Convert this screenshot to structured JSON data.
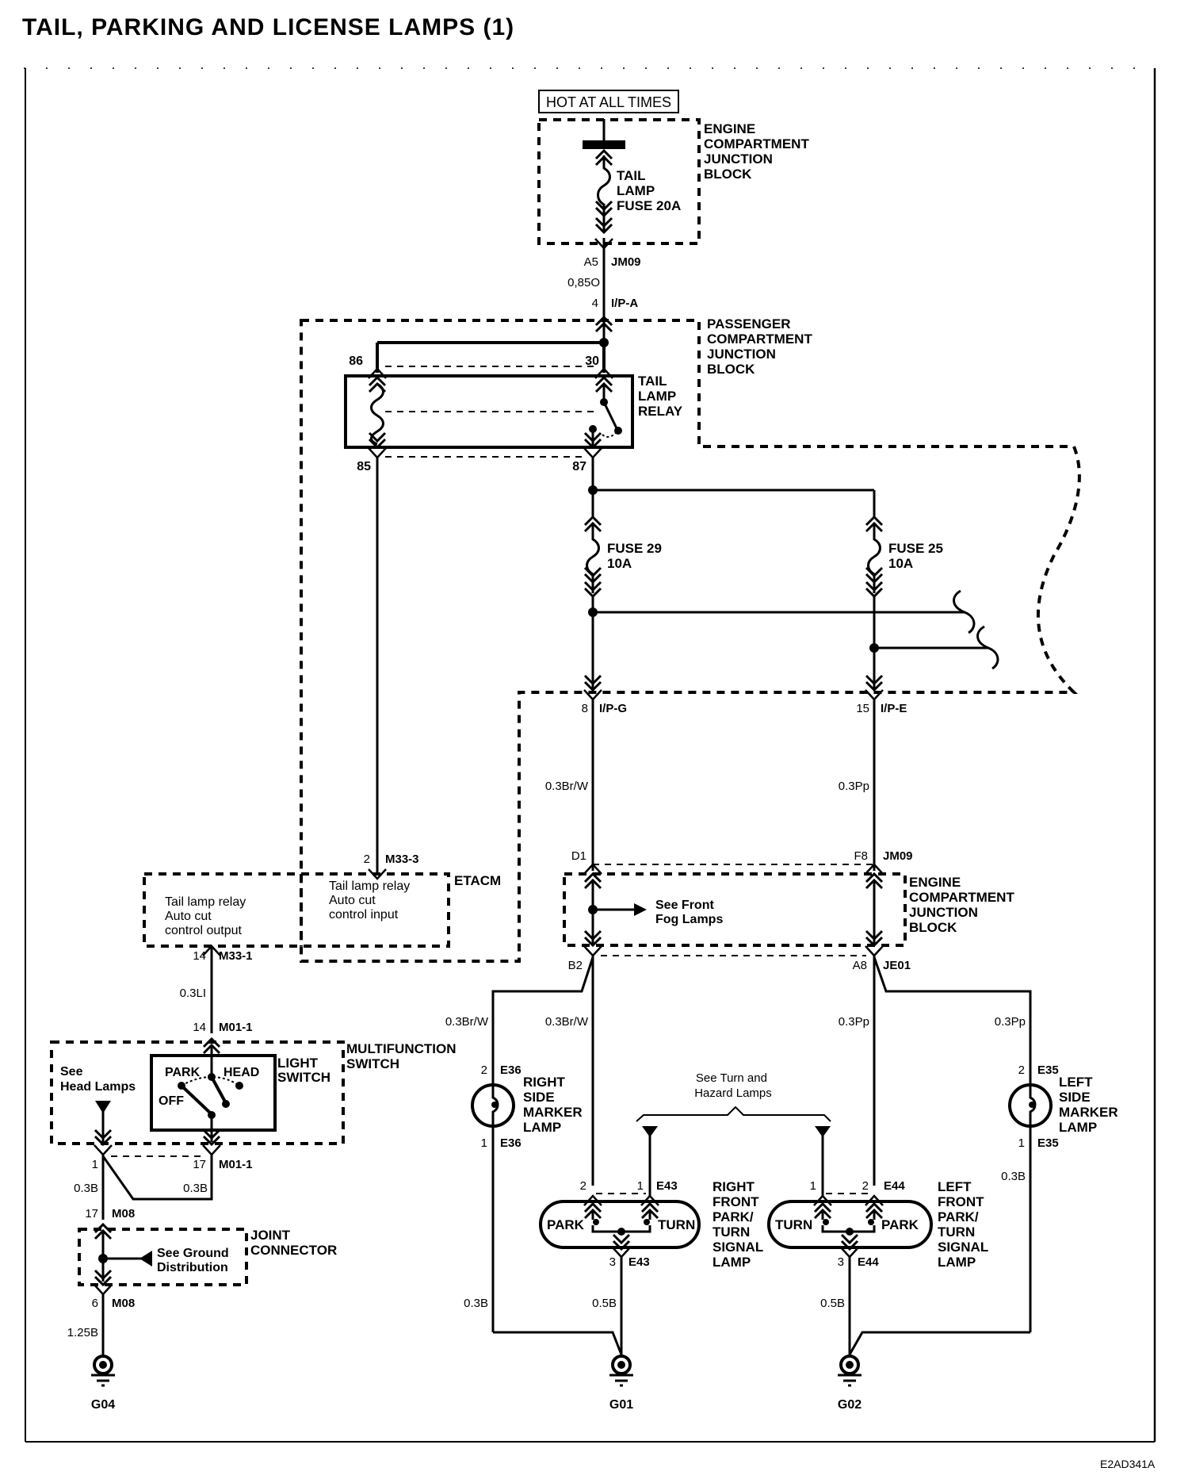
{
  "title": "TAIL, PARKING AND LICENSE LAMPS (1)",
  "reference_code": "E2AD341A",
  "power_source": {
    "label": "HOT AT ALL TIMES"
  },
  "components": {
    "engine_junction_top": {
      "label_lines": [
        "ENGINE",
        "COMPARTMENT",
        "JUNCTION",
        "BLOCK"
      ]
    },
    "tail_lamp_fuse": {
      "label_lines": [
        "TAIL",
        "LAMP",
        "FUSE 20A"
      ]
    },
    "passenger_junction": {
      "label_lines": [
        "PASSENGER",
        "COMPARTMENT",
        "JUNCTION",
        "BLOCK"
      ]
    },
    "tail_lamp_relay": {
      "label_lines": [
        "TAIL",
        "LAMP",
        "RELAY"
      ],
      "pins": [
        "86",
        "30",
        "85",
        "87"
      ]
    },
    "fuse_29": {
      "label_lines": [
        "FUSE 29",
        "10A"
      ]
    },
    "fuse_25": {
      "label_lines": [
        "FUSE 25",
        "10A"
      ]
    },
    "etacm": {
      "label": "ETACM",
      "input_lines": [
        "Tail lamp relay",
        "Auto cut",
        "control input"
      ],
      "output_lines": [
        "Tail lamp relay",
        "Auto cut",
        "control output"
      ]
    },
    "engine_junction_bottom": {
      "label_lines": [
        "ENGINE",
        "COMPARTMENT",
        "JUNCTION",
        "BLOCK"
      ],
      "note_lines": [
        "See Front",
        "Fog Lamps"
      ]
    },
    "multifunction_switch": {
      "label_lines": [
        "MULTIFUNCTION",
        "SWITCH"
      ],
      "light_switch_lines": [
        "LIGHT",
        "SWITCH"
      ],
      "positions": [
        "PARK",
        "HEAD",
        "OFF"
      ],
      "note_lines": [
        "See",
        "Head Lamps"
      ]
    },
    "joint_connector": {
      "label_lines": [
        "JOINT",
        "CONNECTOR"
      ],
      "note_lines": [
        "See Ground",
        "Distribution"
      ]
    },
    "right_side_marker": {
      "label_lines": [
        "RIGHT",
        "SIDE",
        "MARKER",
        "LAMP"
      ]
    },
    "left_side_marker": {
      "label_lines": [
        "LEFT",
        "SIDE",
        "MARKER",
        "LAMP"
      ]
    },
    "right_front_lamp": {
      "label_lines": [
        "RIGHT",
        "FRONT",
        "PARK/",
        "TURN",
        "SIGNAL",
        "LAMP"
      ],
      "park": "PARK",
      "turn": "TURN"
    },
    "left_front_lamp": {
      "label_lines": [
        "LEFT",
        "FRONT",
        "PARK/",
        "TURN",
        "SIGNAL",
        "LAMP"
      ],
      "park": "PARK",
      "turn": "TURN"
    },
    "turn_hazard_note": {
      "label_lines": [
        "See Turn and",
        "Hazard Lamps"
      ]
    }
  },
  "connectors": {
    "a5": {
      "pin": "A5",
      "name": "JM09"
    },
    "ipa": {
      "pin": "4",
      "name": "I/P-A"
    },
    "ipg": {
      "pin": "8",
      "name": "I/P-G"
    },
    "ipe": {
      "pin": "15",
      "name": "I/P-E"
    },
    "d1": {
      "pin": "D1",
      "name": ""
    },
    "f8": {
      "pin": "F8",
      "name": "JM09"
    },
    "b2": {
      "pin": "B2",
      "name": ""
    },
    "a8": {
      "pin": "A8",
      "name": "JE01"
    },
    "m333": {
      "pin": "2",
      "name": "M33-3"
    },
    "m331": {
      "pin": "14",
      "name": "M33-1"
    },
    "m011_top": {
      "pin": "14",
      "name": "M01-1"
    },
    "m011_bot_left": {
      "pin": "1",
      "name": ""
    },
    "m011_bot_right": {
      "pin": "17",
      "name": "M01-1"
    },
    "m08_top": {
      "pin": "17",
      "name": "M08"
    },
    "m08_bot": {
      "pin": "6",
      "name": "M08"
    },
    "e36_top": {
      "pin": "2",
      "name": "E36"
    },
    "e36_bot": {
      "pin": "1",
      "name": "E36"
    },
    "e35_top": {
      "pin": "2",
      "name": "E35"
    },
    "e35_bot": {
      "pin": "1",
      "name": "E35"
    },
    "e43_park": {
      "pin": "2",
      "name": ""
    },
    "e43_turn": {
      "pin": "1",
      "name": "E43"
    },
    "e43_gnd": {
      "pin": "3",
      "name": "E43"
    },
    "e44_turn": {
      "pin": "1",
      "name": ""
    },
    "e44_park": {
      "pin": "2",
      "name": "E44"
    },
    "e44_gnd": {
      "pin": "3",
      "name": "E44"
    }
  },
  "wires": {
    "main_feed": "0,85O",
    "ipg_run": "0.3Br/W",
    "ipe_run": "0.3Pp",
    "etacm_switch": "0.3LI",
    "switch_left": "0.3B",
    "switch_right": "0.3B",
    "joint_ground": "1.25B",
    "right_marker_feed": "0.3Br/W",
    "right_front_feed": "0.3Br/W",
    "left_front_feed": "0.3Pp",
    "left_marker_feed": "0.3Pp",
    "left_marker_ground": "0.3B",
    "right_marker_ground": "0.3B",
    "e43_ground": "0.5B",
    "e44_ground": "0.5B"
  },
  "grounds": [
    "G04",
    "G01",
    "G02"
  ]
}
